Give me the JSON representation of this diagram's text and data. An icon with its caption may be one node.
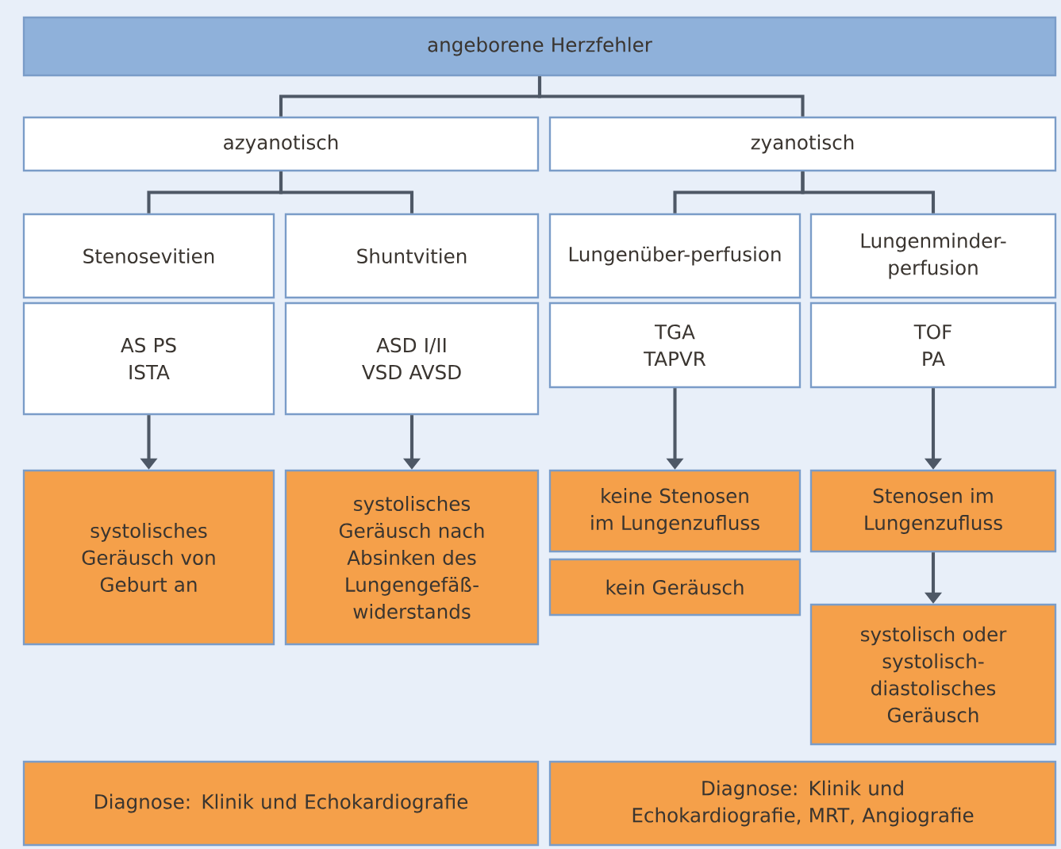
{
  "diagram": {
    "nodes": [
      {
        "text": [
          "angeborene Herzfehler"
        ]
      },
      {
        "text": [
          "azyanotisch"
        ]
      },
      {
        "text": [
          "zyanotisch"
        ]
      },
      {
        "text": [
          "Stenosevitien"
        ]
      },
      {
        "text": [
          "Shuntvitien"
        ]
      },
      {
        "text": [
          "Lungenüber-perfusion"
        ]
      },
      {
        "text": [
          "Lungenminder-perfusion"
        ]
      },
      {
        "text": [
          "AS PS ISTA"
        ]
      },
      {
        "text": [
          "ASD I/II VSD AVSD"
        ]
      },
      {
        "text": [
          "TGA TAPVR"
        ]
      },
      {
        "text": [
          "TOF PA"
        ]
      },
      {
        "text": [
          "systolisches Geräusch von Geburt an"
        ]
      },
      {
        "text": [
          "systolisches Geräusch nach Absinken des Lungengefäß-widerstands"
        ]
      },
      {
        "text": [
          "keine Stenosen im Lungenzufluss"
        ]
      },
      {
        "text": [
          "kein Geräusch"
        ]
      },
      {
        "text": [
          "Stenosen im Lungenzufluss"
        ]
      },
      {
        "text": [
          "systolisch oder systolisch-diastolisches Geräusch"
        ]
      },
      {
        "text": [
          "Diagnose: Klinik und Echokardiografie"
        ]
      },
      {
        "text": [
          "Diagnose: Klinik und Echokardiografie, MRT, Angiografie"
        ]
      }
    ],
    "edges": [
      {
        "from": 0,
        "to": 1,
        "arrow": "none"
      },
      {
        "from": 0,
        "to": 2,
        "arrow": "none"
      },
      {
        "from": 1,
        "to": 3,
        "arrow": "none"
      },
      {
        "from": 1,
        "to": 4,
        "arrow": "none"
      },
      {
        "from": 2,
        "to": 5,
        "arrow": "none"
      },
      {
        "from": 2,
        "to": 6,
        "arrow": "none"
      },
      {
        "from": 7,
        "to": 11,
        "arrow": "to"
      },
      {
        "from": 8,
        "to": 12,
        "arrow": "to"
      },
      {
        "from": 9,
        "to": 13,
        "arrow": "to"
      },
      {
        "from": 10,
        "to": 15,
        "arrow": "to"
      },
      {
        "from": 15,
        "to": 16,
        "arrow": "to"
      }
    ]
  }
}
